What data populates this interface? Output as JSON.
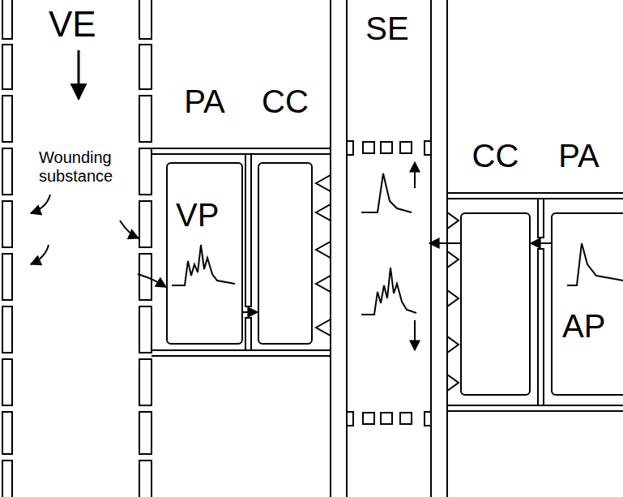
{
  "diagram": {
    "nodes": [
      {
        "text": [
          "VE",
          "Wounding substance"
        ]
      },
      {
        "text": [
          "PA",
          "VP"
        ]
      },
      {
        "text": [
          "CC"
        ]
      },
      {
        "text": [
          "SE"
        ]
      },
      {
        "text": [
          "CC"
        ]
      },
      {
        "text": [
          "PA",
          "AP"
        ]
      }
    ],
    "edges": [
      {
        "from": 0,
        "to": 1,
        "arrow": "to"
      },
      {
        "from": 1,
        "to": 2,
        "arrow": "to"
      },
      {
        "from": 5,
        "to": 4,
        "arrow": "to"
      },
      {
        "from": 4,
        "to": 3,
        "arrow": "to"
      }
    ]
  }
}
